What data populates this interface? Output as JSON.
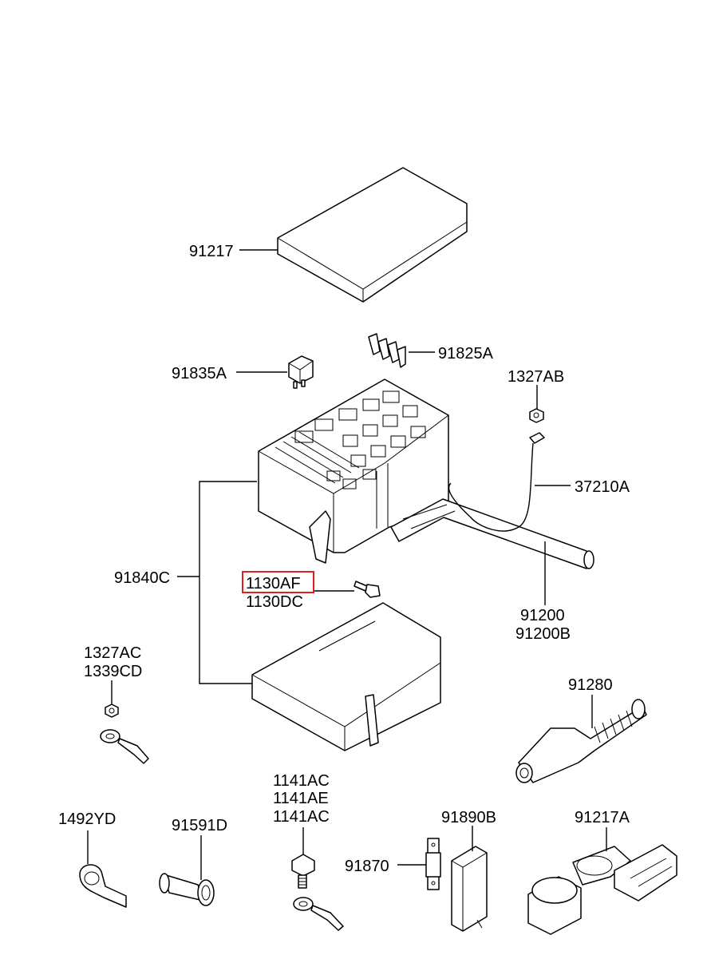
{
  "labels": {
    "p91217": "91217",
    "p91835a": "91835A",
    "p91825a": "91825A",
    "p1327ab": "1327AB",
    "p37210a": "37210A",
    "p91840c": "91840C",
    "p1130af": "1130AF",
    "p1130dc": "1130DC",
    "p91200": "91200",
    "p91200b": "91200B",
    "p1327ac": "1327AC",
    "p1339cd": "1339CD",
    "p91280": "91280",
    "p1141ac_a": "1141AC",
    "p1141ae": "1141AE",
    "p1141ac_b": "1141AC",
    "p1492yd": "1492YD",
    "p91591d": "91591D",
    "p91890b": "91890B",
    "p91217a": "91217A",
    "p91870": "91870"
  },
  "highlight": {
    "part": "1130AF",
    "color": "#e02020"
  }
}
